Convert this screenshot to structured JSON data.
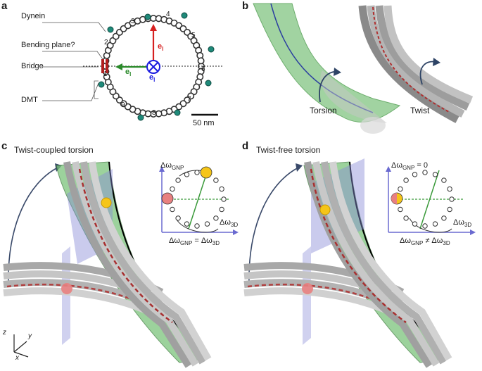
{
  "panel_a": {
    "label": "a",
    "callouts": [
      "Dynein",
      "Bending plane?",
      "Bridge",
      "DMT"
    ],
    "doublets": [
      "1",
      "2",
      "3",
      "4",
      "5",
      "6",
      "7",
      "8",
      "9"
    ],
    "vec_red": "e",
    "vec_red_sub": "l",
    "vec_green": "e",
    "vec_green_sub": "l",
    "vec_blue": "e",
    "vec_blue_sub": "l",
    "scalebar": "50 nm"
  },
  "panel_b": {
    "label": "b",
    "torsion": "Torsion",
    "twist": "Twist"
  },
  "panel_c": {
    "label": "c",
    "title": "Twist-coupled torsion",
    "y_axis": "Δω",
    "y_axis_sub": "GNP",
    "x_axis": "Δω",
    "x_axis_sub": "3D",
    "relation": "Δω",
    "relation_sub": "GNP",
    "relation_mid": " = Δω",
    "relation_sub2": "3D"
  },
  "panel_d": {
    "label": "d",
    "title": "Twist-free torsion",
    "y_axis": "Δω",
    "y_axis_sub": "GNP",
    "y_axis_suffix": " = 0",
    "x_axis": "Δω",
    "x_axis_sub": "3D",
    "relation": "Δω",
    "relation_sub": "GNP",
    "relation_mid": " ≠ Δω",
    "relation_sub2": "3D"
  },
  "axes_triad": {
    "z": "z",
    "y": "y",
    "x": "x"
  },
  "colors": {
    "green": "#3a9a3a",
    "green_fill": "#7cc47c",
    "red": "#d62020",
    "blue": "#1a1adf",
    "lavender": "#8a8cd8",
    "gold": "#f5c518",
    "salmon": "#e88080",
    "grey": "#9a9a9a"
  }
}
